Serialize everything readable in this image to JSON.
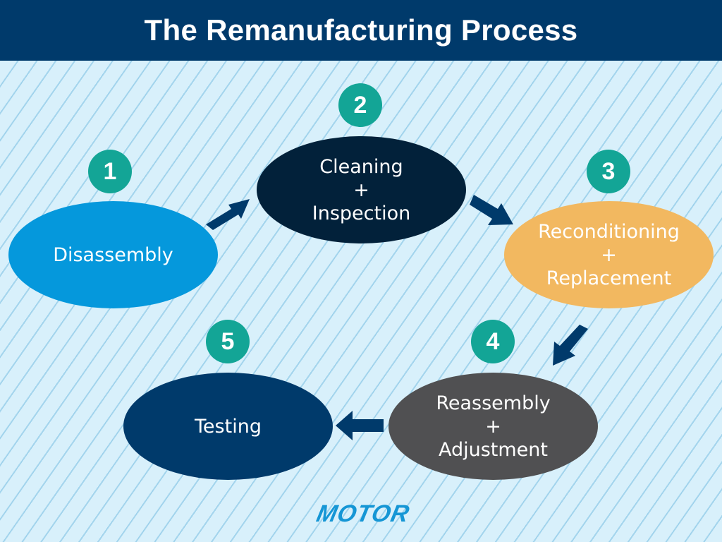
{
  "header": {
    "title": "The Remanufacturing Process"
  },
  "colors": {
    "header_bg": "#003a6b",
    "badge": "#13a596",
    "arrow": "#003a6b",
    "logo": "#1596d5"
  },
  "steps": [
    {
      "number": "1",
      "lines": [
        "Disassembly"
      ],
      "color": "#0598dc"
    },
    {
      "number": "2",
      "lines": [
        "Cleaning",
        "+",
        "Inspection"
      ],
      "color": "#02213a"
    },
    {
      "number": "3",
      "lines": [
        "Reconditioning",
        "+",
        "Replacement"
      ],
      "color": "#f2b860"
    },
    {
      "number": "4",
      "lines": [
        "Reassembly",
        "+",
        "Adjustment"
      ],
      "color": "#505052"
    },
    {
      "number": "5",
      "lines": [
        "Testing"
      ],
      "color": "#003a6b"
    }
  ],
  "arrows": [
    {
      "from": "1",
      "to": "2",
      "direction": "up-right"
    },
    {
      "from": "2",
      "to": "3",
      "direction": "down-right"
    },
    {
      "from": "3",
      "to": "4",
      "direction": "down-left"
    },
    {
      "from": "4",
      "to": "5",
      "direction": "left"
    }
  ],
  "footer": {
    "logo_text": "MOTOR"
  }
}
